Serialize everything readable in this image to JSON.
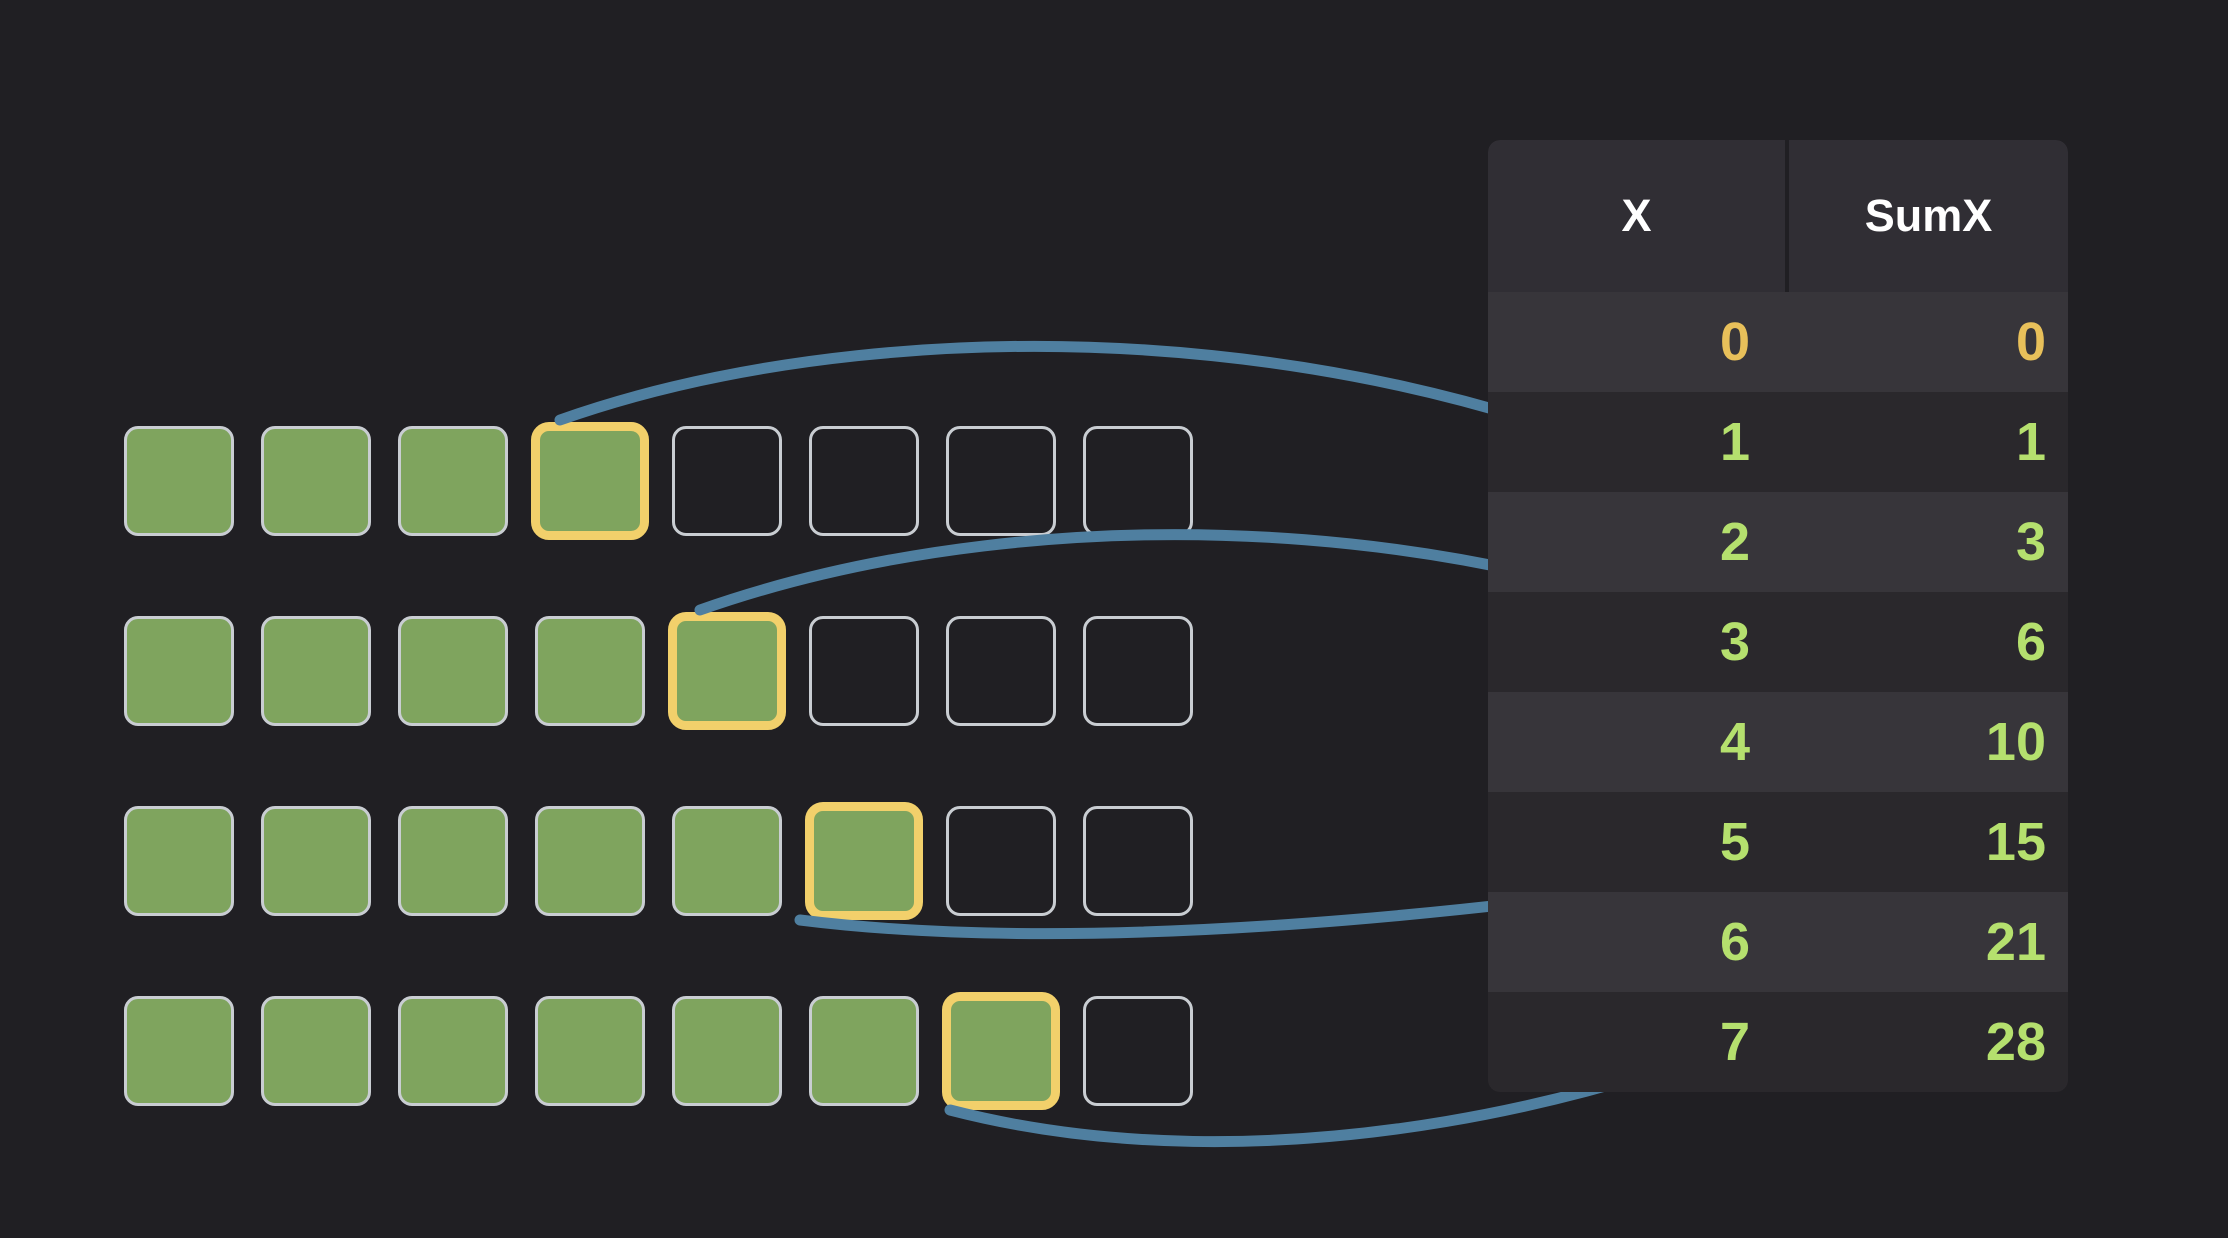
{
  "background_color": "#201f23",
  "colors": {
    "cell_filled": "#7fa45e",
    "cell_border": "#c9cdd2",
    "cell_highlight_border": "#f2d06b",
    "arrow": "#4f7fa0",
    "table_header_bg": "#302e34",
    "table_row_bg_odd": "#2a282c",
    "table_row_bg_even": "#37353a",
    "value_gold": "#e8c05a",
    "value_green": "#b5e06e",
    "header_text": "#ffffff"
  },
  "grid": {
    "columns": 8,
    "rows": [
      {
        "filled_count": 4,
        "highlight_index": 3
      },
      {
        "filled_count": 5,
        "highlight_index": 4
      },
      {
        "filled_count": 6,
        "highlight_index": 5
      },
      {
        "filled_count": 7,
        "highlight_index": 6
      }
    ]
  },
  "table": {
    "headers": [
      "X",
      "SumX"
    ],
    "rows": [
      {
        "x": "0",
        "sumx": "0",
        "style": "gold"
      },
      {
        "x": "1",
        "sumx": "1",
        "style": "green"
      },
      {
        "x": "2",
        "sumx": "3",
        "style": "green"
      },
      {
        "x": "3",
        "sumx": "6",
        "style": "green"
      },
      {
        "x": "4",
        "sumx": "10",
        "style": "green"
      },
      {
        "x": "5",
        "sumx": "15",
        "style": "green"
      },
      {
        "x": "6",
        "sumx": "21",
        "style": "green"
      },
      {
        "x": "7",
        "sumx": "28",
        "style": "green"
      }
    ]
  },
  "arrows": [
    {
      "from_row": 0,
      "to_value": "6"
    },
    {
      "from_row": 1,
      "to_value": "10"
    },
    {
      "from_row": 2,
      "to_value": "15"
    },
    {
      "from_row": 3,
      "to_value": "21"
    }
  ],
  "chart_data": {
    "type": "bar",
    "title": "",
    "categories": [
      "0",
      "1",
      "2",
      "3",
      "4",
      "5",
      "6",
      "7"
    ],
    "series": [
      {
        "name": "X",
        "values": [
          0,
          1,
          2,
          3,
          4,
          5,
          6,
          7
        ]
      },
      {
        "name": "SumX",
        "values": [
          0,
          1,
          3,
          6,
          10,
          15,
          21,
          28
        ]
      }
    ],
    "xlabel": "X",
    "ylabel": "SumX",
    "legend": [
      "X",
      "SumX"
    ],
    "grid": false
  }
}
